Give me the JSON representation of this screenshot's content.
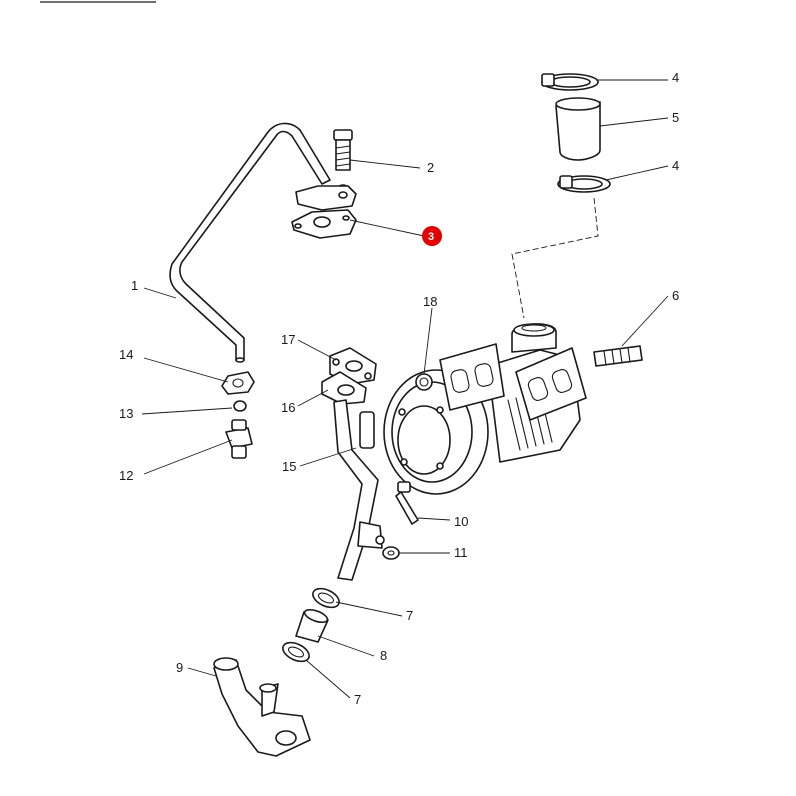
{
  "callouts": {
    "c1": "1",
    "c2": "2",
    "c3": "3",
    "c4a": "4",
    "c4b": "4",
    "c5": "5",
    "c6": "6",
    "c7a": "7",
    "c7b": "7",
    "c8": "8",
    "c9": "9",
    "c10": "10",
    "c11": "11",
    "c12": "12",
    "c13": "13",
    "c14": "14",
    "c15": "15",
    "c16": "16",
    "c17": "17",
    "c18": "18"
  },
  "colors": {
    "highlight_callout": "#e00000",
    "line": "#1a1a1a"
  }
}
